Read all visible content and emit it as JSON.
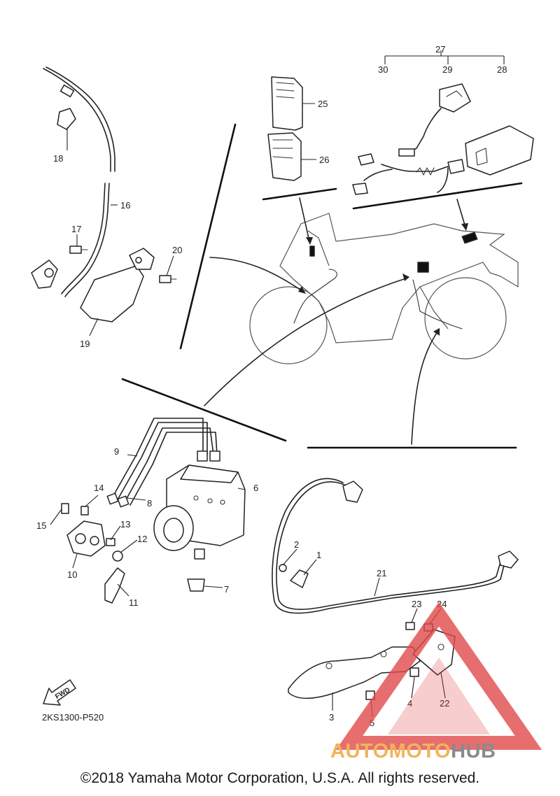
{
  "diagram": {
    "part_numbers": [
      "1",
      "2",
      "3",
      "4",
      "5",
      "6",
      "7",
      "8",
      "9",
      "10",
      "11",
      "12",
      "13",
      "14",
      "15",
      "16",
      "17",
      "18",
      "19",
      "20",
      "21",
      "22",
      "23",
      "24",
      "25",
      "26",
      "27",
      "28",
      "29",
      "30"
    ],
    "code": "2KS1300-P520",
    "fwd_label": "FWD"
  },
  "footer": {
    "copyright": "©2018 Yamaha Motor Corporation, U.S.A. All rights reserved."
  },
  "watermark": {
    "part1": "AUTOMOTO",
    "part2": "HUB",
    "colors": {
      "triangle": "#e24a4a",
      "text_orange": "#f2b35a",
      "text_gray": "#8a8a8a"
    }
  }
}
